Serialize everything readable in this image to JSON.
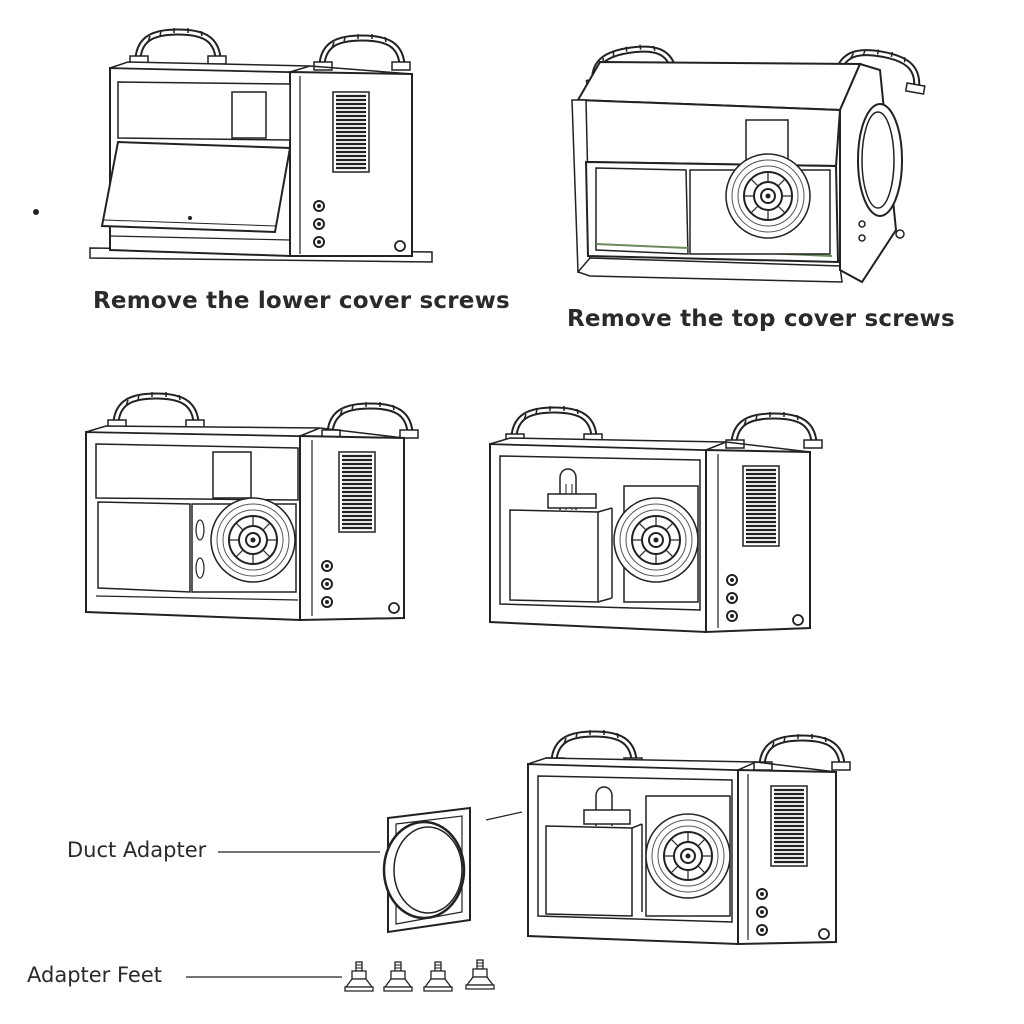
{
  "captions": {
    "lower": "Remove the lower cover screws",
    "top": "Remove the top cover screws"
  },
  "labels": {
    "duct_adapter": "Duct Adapter",
    "adapter_feet": "Adapter Feet"
  },
  "colors": {
    "line": "#222222",
    "fill": "#ffffff",
    "panel_accent": "#6a8a5a"
  },
  "icons": {
    "handle": "carry-handle-icon",
    "fan": "blower-fan-icon",
    "foot": "adapter-foot-icon"
  }
}
